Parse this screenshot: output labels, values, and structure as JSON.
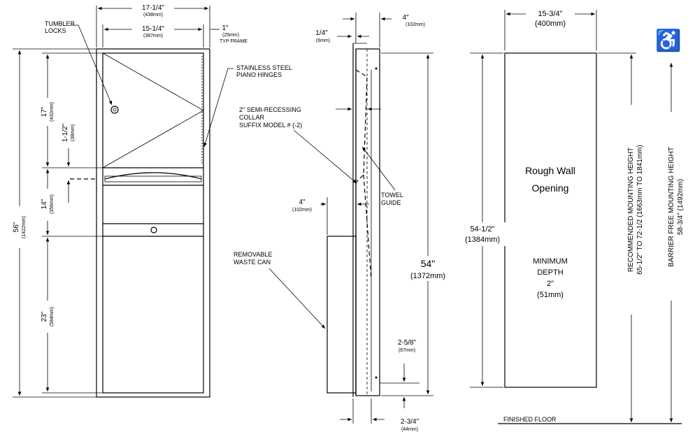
{
  "labels": {
    "tumbler_locks": [
      "TUMBLER",
      "LOCKS"
    ],
    "piano_hinges": [
      "STAINLESS STEEL",
      "PIANO HINGES"
    ],
    "typ_frame": "TYP FRAME",
    "collar": [
      "2\" SEMI-RECESSING",
      "COLLAR",
      "SUFFIX MODEL # (-2)"
    ],
    "towel_guide": [
      "TOWEL",
      "GUIDE"
    ],
    "waste_can": [
      "REMOVABLE",
      "WASTE CAN"
    ],
    "rough_wall": [
      "Rough Wall",
      "Opening"
    ],
    "min_depth": [
      "MINIMUM",
      "DEPTH",
      "2\"",
      "(51mm)"
    ],
    "finished_floor": "FINISHED FLOOR",
    "recommended_height": [
      "RECOMMENDED MOUNTING HEIGHT",
      "65-1/2\" TO 72-1/2 (1663mm TO 1841mm)"
    ],
    "barrier_free_height": [
      "BARRIER FREE MOUNTING HEIGHT",
      "58-3/4\" (1492mm)"
    ],
    "accessible_symbol": "♿"
  },
  "dimensions": {
    "front_overall_width": {
      "imperial": "17-1/4\"",
      "metric": "(438mm)"
    },
    "front_inner_width": {
      "imperial": "15-1/4\"",
      "metric": "(387mm)"
    },
    "frame": {
      "imperial": "1\"",
      "metric": "(25mm)"
    },
    "overall_height": {
      "imperial": "56\"",
      "metric": "(1422mm)"
    },
    "upper_door": {
      "imperial": "17\"",
      "metric": "(432mm)"
    },
    "dispenser_offset": {
      "imperial": "1-1/2\"",
      "metric": "(38mm)"
    },
    "middle": {
      "imperial": "14\"",
      "metric": "(356mm)"
    },
    "lower": {
      "imperial": "23\"",
      "metric": "(584mm)"
    },
    "side_depth": {
      "imperial": "4\"",
      "metric": "(102mm)"
    },
    "side_flange": {
      "imperial": "1/4\"",
      "metric": "(6mm)"
    },
    "side_can_depth": {
      "imperial": "4\"",
      "metric": "(102mm)"
    },
    "side_height": {
      "imperial": "54\"",
      "metric": "(1372mm)"
    },
    "side_bottom": {
      "imperial": "2-5/8\"",
      "metric": "(67mm)"
    },
    "side_bottom_depth": {
      "imperial": "2-3/4\"",
      "metric": "(44mm)"
    },
    "rough_width": {
      "imperial": "15-3/4\"",
      "metric": "(400mm)"
    },
    "rough_height": {
      "imperial": "54-1/2\"",
      "metric": "(1384mm)"
    }
  }
}
